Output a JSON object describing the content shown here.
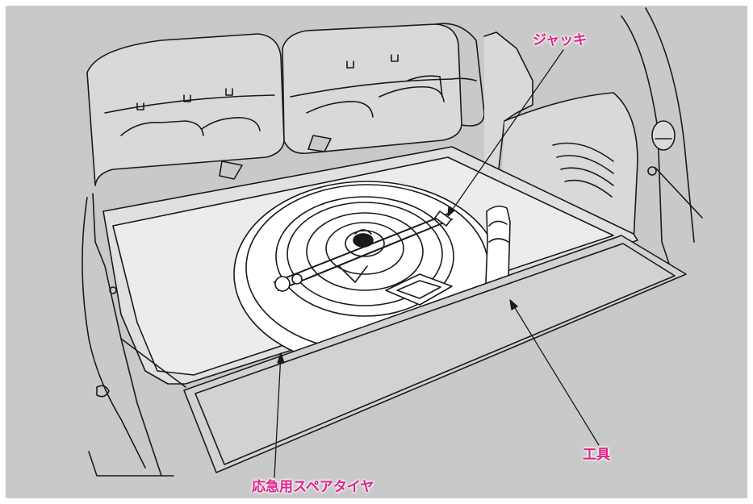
{
  "labels": {
    "jack": "ジャッキ",
    "tools": "工具",
    "spare_tire": "応急用スペアタイヤ"
  },
  "colors": {
    "background": "#c9c9c9",
    "line": "#1a1a1a",
    "surface": "#ffffff",
    "label": "#e0218a"
  }
}
